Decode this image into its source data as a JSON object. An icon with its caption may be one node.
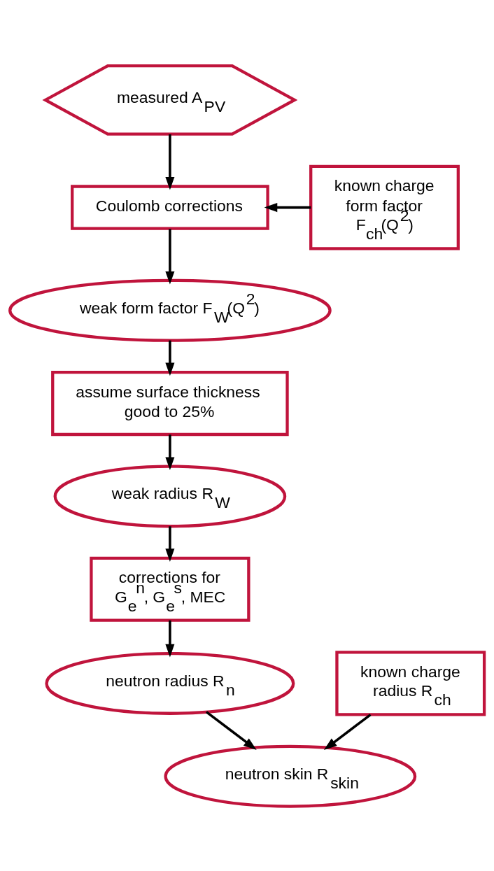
{
  "diagram": {
    "nodes": [
      {
        "text": [
          "measured A$_{PV}$"
        ]
      },
      {
        "text": [
          "Coulomb corrections"
        ]
      },
      {
        "text": [
          "known charge form factor F$_{ch}$(Q$^{2}$)"
        ]
      },
      {
        "text": [
          "weak form factor F$_{W}$(Q$^{2}$)"
        ]
      },
      {
        "text": [
          "assume surface thickness good to 25%"
        ]
      },
      {
        "text": [
          "weak radius R$_{W}$"
        ]
      },
      {
        "text": [
          "corrections for G$_{e}$$^{n}$, G$_{e}$$^{s}$, MEC"
        ]
      },
      {
        "text": [
          "neutron radius R$_{n}$"
        ]
      },
      {
        "text": [
          "known charge radius R$_{ch}$"
        ]
      },
      {
        "text": [
          "neutron skin R$_{skin}$"
        ]
      }
    ],
    "edges": [
      {
        "from": 0,
        "to": 1,
        "arrow": "to"
      },
      {
        "from": 2,
        "to": 1,
        "arrow": "to"
      },
      {
        "from": 1,
        "to": 3,
        "arrow": "to"
      },
      {
        "from": 3,
        "to": 4,
        "arrow": "to"
      },
      {
        "from": 4,
        "to": 5,
        "arrow": "to"
      },
      {
        "from": 5,
        "to": 6,
        "arrow": "to"
      },
      {
        "from": 6,
        "to": 7,
        "arrow": "to"
      },
      {
        "from": 7,
        "to": 9,
        "arrow": "to"
      },
      {
        "from": 8,
        "to": 9,
        "arrow": "to"
      }
    ]
  }
}
